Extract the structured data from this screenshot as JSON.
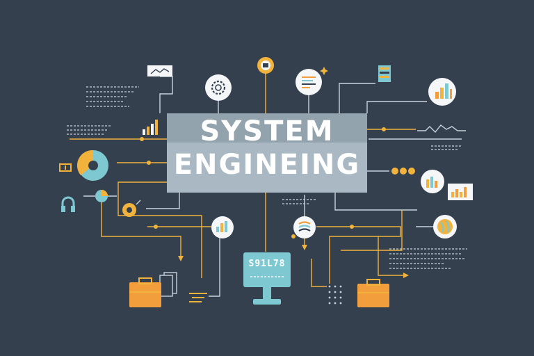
{
  "title": {
    "line1": "SYSTEM",
    "line2": "ENGINEING"
  },
  "monitor": {
    "code": "S91L78"
  },
  "icons": [
    "line-chart-card-icon",
    "gear-icon",
    "coin-icon",
    "document-list-icon",
    "sparkle-icon",
    "abacus-icon",
    "bar-chart-icon",
    "rising-bars-icon",
    "pie-chart-icon",
    "mini-pie-icon",
    "dollar-icon",
    "headphones-icon",
    "settings-cog-icon",
    "bar-chart-circle-icon",
    "flag-icon",
    "globe-icon",
    "waveform-icon",
    "dots-icon",
    "analytics-card-icon",
    "chart-circle-icon",
    "monitor-icon",
    "briefcase-icon",
    "file-stack-icon",
    "dot-grid-icon",
    "lines-icon"
  ],
  "colors": {
    "background": "#35404f",
    "accent": "#f2b33d",
    "teal": "#7ec8d1",
    "panel": "#a9b8c2",
    "orange": "#f29e3d",
    "line": "#c9d3db"
  }
}
